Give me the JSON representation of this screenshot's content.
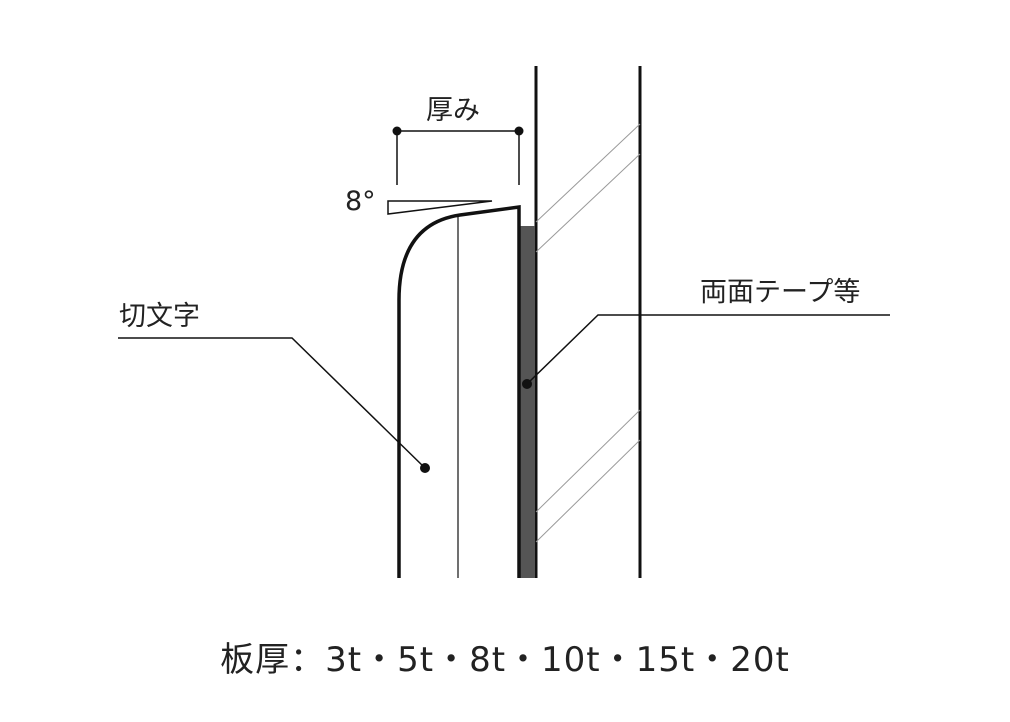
{
  "labels": {
    "thickness": "厚み",
    "angle": "8°",
    "cut_letter": "切文字",
    "tape": "両面テープ等",
    "plate_thickness": "板厚：3t・5t・8t・10t・15t・20t"
  },
  "colors": {
    "line": "#111111",
    "tape_fill": "#555555",
    "hatch": "#999999"
  }
}
